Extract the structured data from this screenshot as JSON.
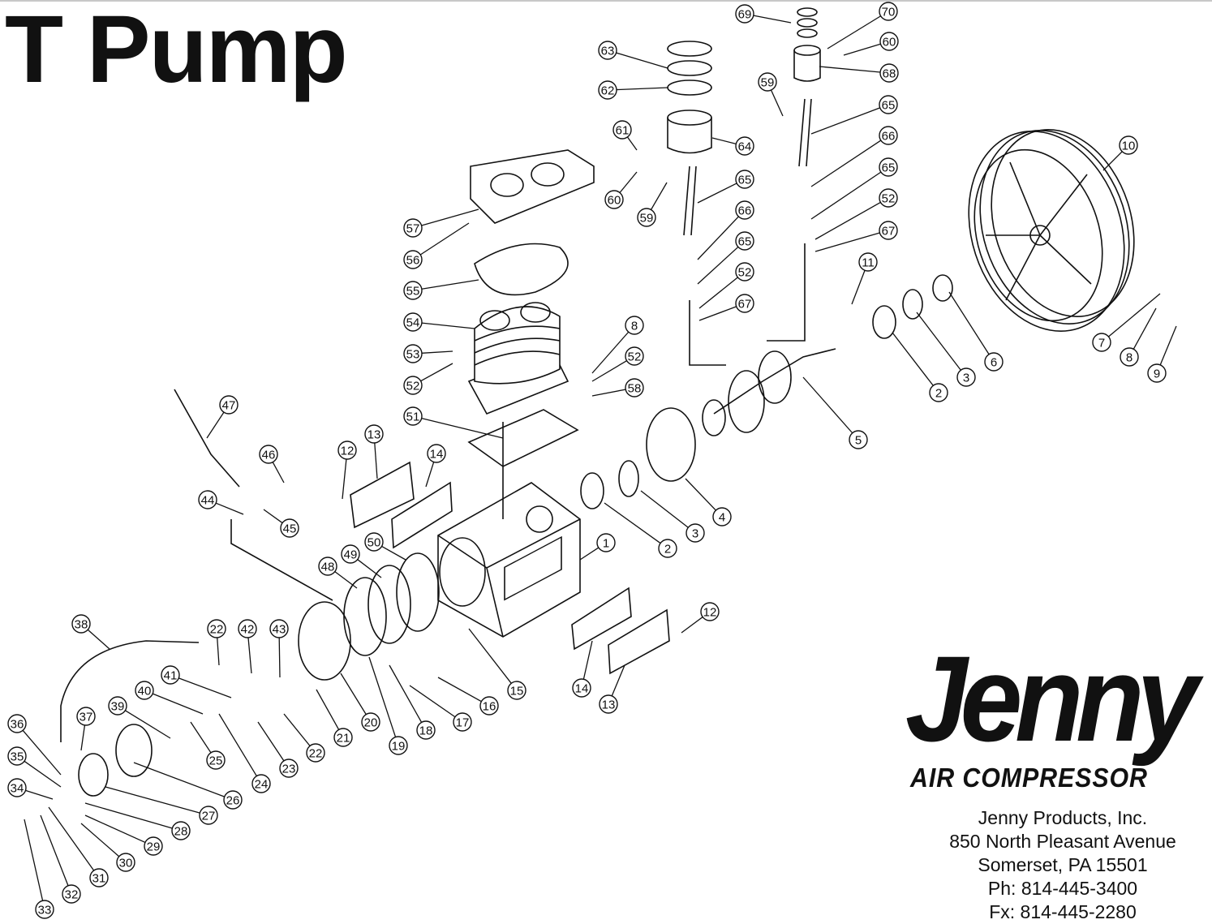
{
  "title": "T Pump",
  "callouts": [
    "69",
    "70",
    "60",
    "68",
    "63",
    "62",
    "59",
    "65",
    "61",
    "64",
    "66",
    "10",
    "65",
    "60",
    "65",
    "59",
    "66",
    "52",
    "57",
    "67",
    "65",
    "56",
    "11",
    "52",
    "55",
    "67",
    "54",
    "8",
    "53",
    "52",
    "52",
    "58",
    "7",
    "8",
    "9",
    "6",
    "3",
    "2",
    "5",
    "47",
    "51",
    "13",
    "12",
    "14",
    "46",
    "44",
    "45",
    "4",
    "3",
    "2",
    "1",
    "50",
    "49",
    "48",
    "12",
    "38",
    "22",
    "42",
    "43",
    "41",
    "15",
    "14",
    "16",
    "13",
    "40",
    "39",
    "17",
    "18",
    "20",
    "19",
    "21",
    "22",
    "23",
    "24",
    "25",
    "37",
    "36",
    "35",
    "26",
    "34",
    "27",
    "28",
    "29",
    "30",
    "31",
    "32",
    "33"
  ],
  "logo": {
    "brand": "Jenny",
    "tagline": "AIR COMPRESSOR"
  },
  "address": {
    "company": "Jenny Products, Inc.",
    "street": "850 North Pleasant Avenue",
    "city": "Somerset, PA  15501",
    "phone": "Ph: 814-445-3400",
    "fax": "Fx: 814-445-2280"
  }
}
